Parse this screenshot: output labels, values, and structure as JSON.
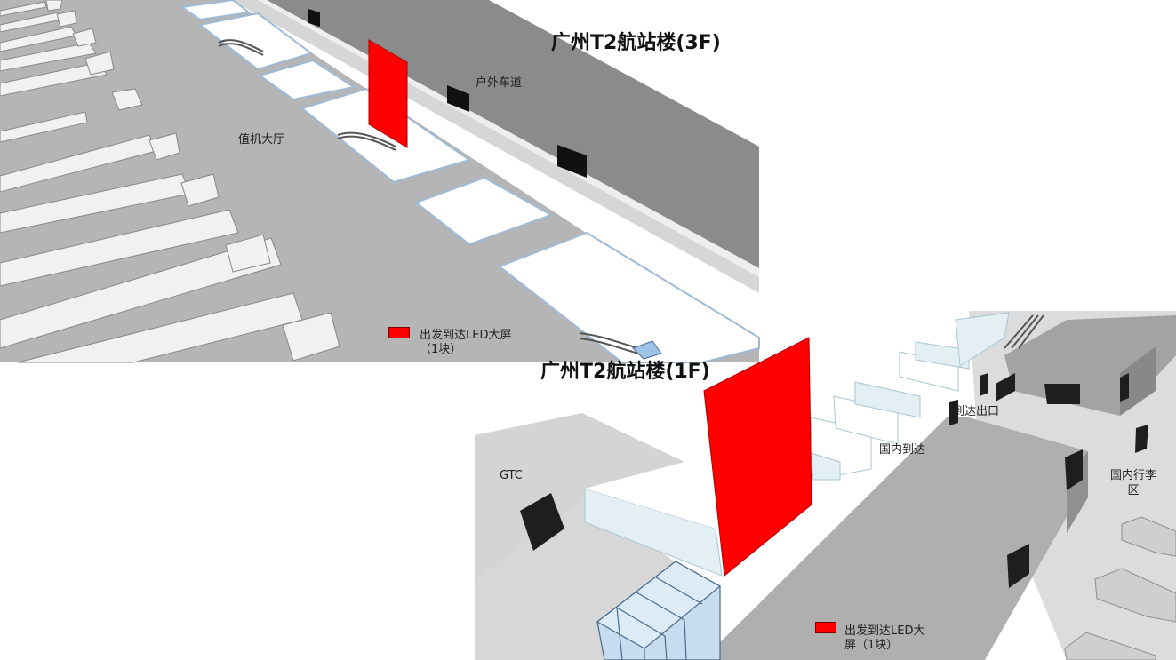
{
  "floor_3f": {
    "title": "广州T2航站楼(3F)",
    "labels": {
      "outdoor_road": "户外车道",
      "checkin_hall": "值机大厅"
    },
    "legend": {
      "line1": "出发到达LED大屏",
      "line2": "（1块）",
      "color": "#ff0000"
    }
  },
  "floor_1f": {
    "title": "广州T2航站楼(1F)",
    "labels": {
      "gtc": "GTC",
      "arrival_exit": "到达出口",
      "domestic_arrival": "国内到达",
      "baggage_line1": "国内行李",
      "baggage_line2": "区"
    },
    "legend": {
      "line1": "出发到达LED大",
      "line2": "屏（1块）",
      "color": "#ff0000"
    }
  },
  "colors": {
    "led_screen": "#ff0000",
    "floor": "#b4b4b4",
    "wall": "#8a8a8a"
  }
}
